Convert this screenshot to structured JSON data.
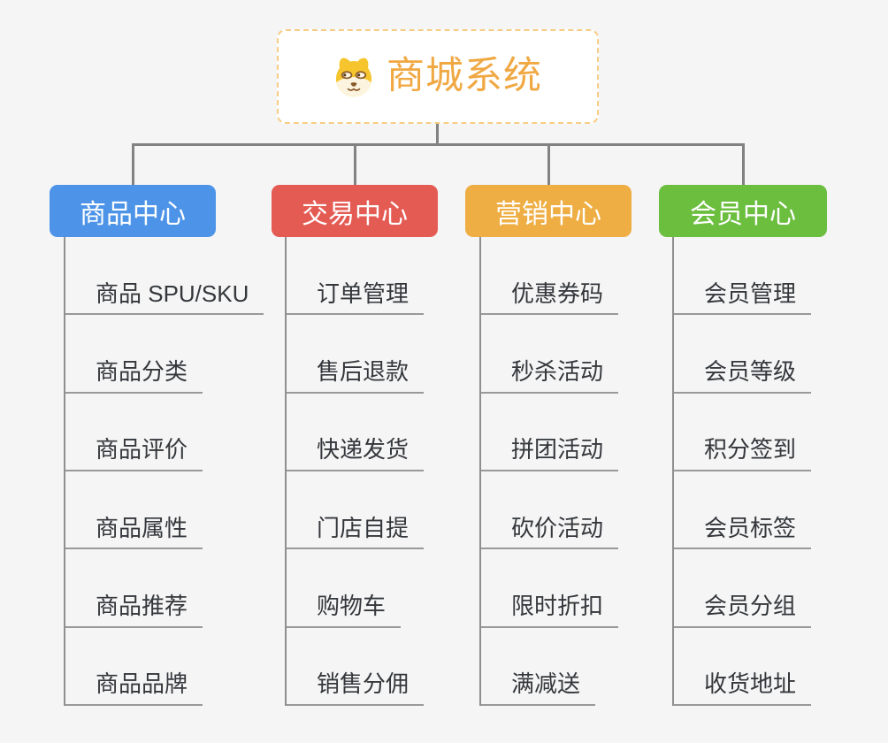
{
  "root": {
    "title": "商城系统",
    "icon": "dog-face-icon"
  },
  "branches": [
    {
      "label": "商品中心",
      "color": "#4d94e8",
      "items": [
        "商品 SPU/SKU",
        "商品分类",
        "商品评价",
        "商品属性",
        "商品推荐",
        "商品品牌"
      ]
    },
    {
      "label": "交易中心",
      "color": "#e45b54",
      "items": [
        "订单管理",
        "售后退款",
        "快递发货",
        "门店自提",
        "购物车",
        "销售分佣"
      ]
    },
    {
      "label": "营销中心",
      "color": "#eeae43",
      "items": [
        "优惠券码",
        "秒杀活动",
        "拼团活动",
        "砍价活动",
        "限时折扣",
        "满减送"
      ]
    },
    {
      "label": "会员中心",
      "color": "#6cbe3f",
      "items": [
        "会员管理",
        "会员等级",
        "积分签到",
        "会员标签",
        "会员分组",
        "收货地址"
      ]
    }
  ],
  "colors": {
    "background": "#f5f5f5",
    "root_border": "#f6cd85",
    "root_text": "#f0a843",
    "connector": "#828282",
    "underline": "#999999",
    "item_text": "#34373b"
  }
}
